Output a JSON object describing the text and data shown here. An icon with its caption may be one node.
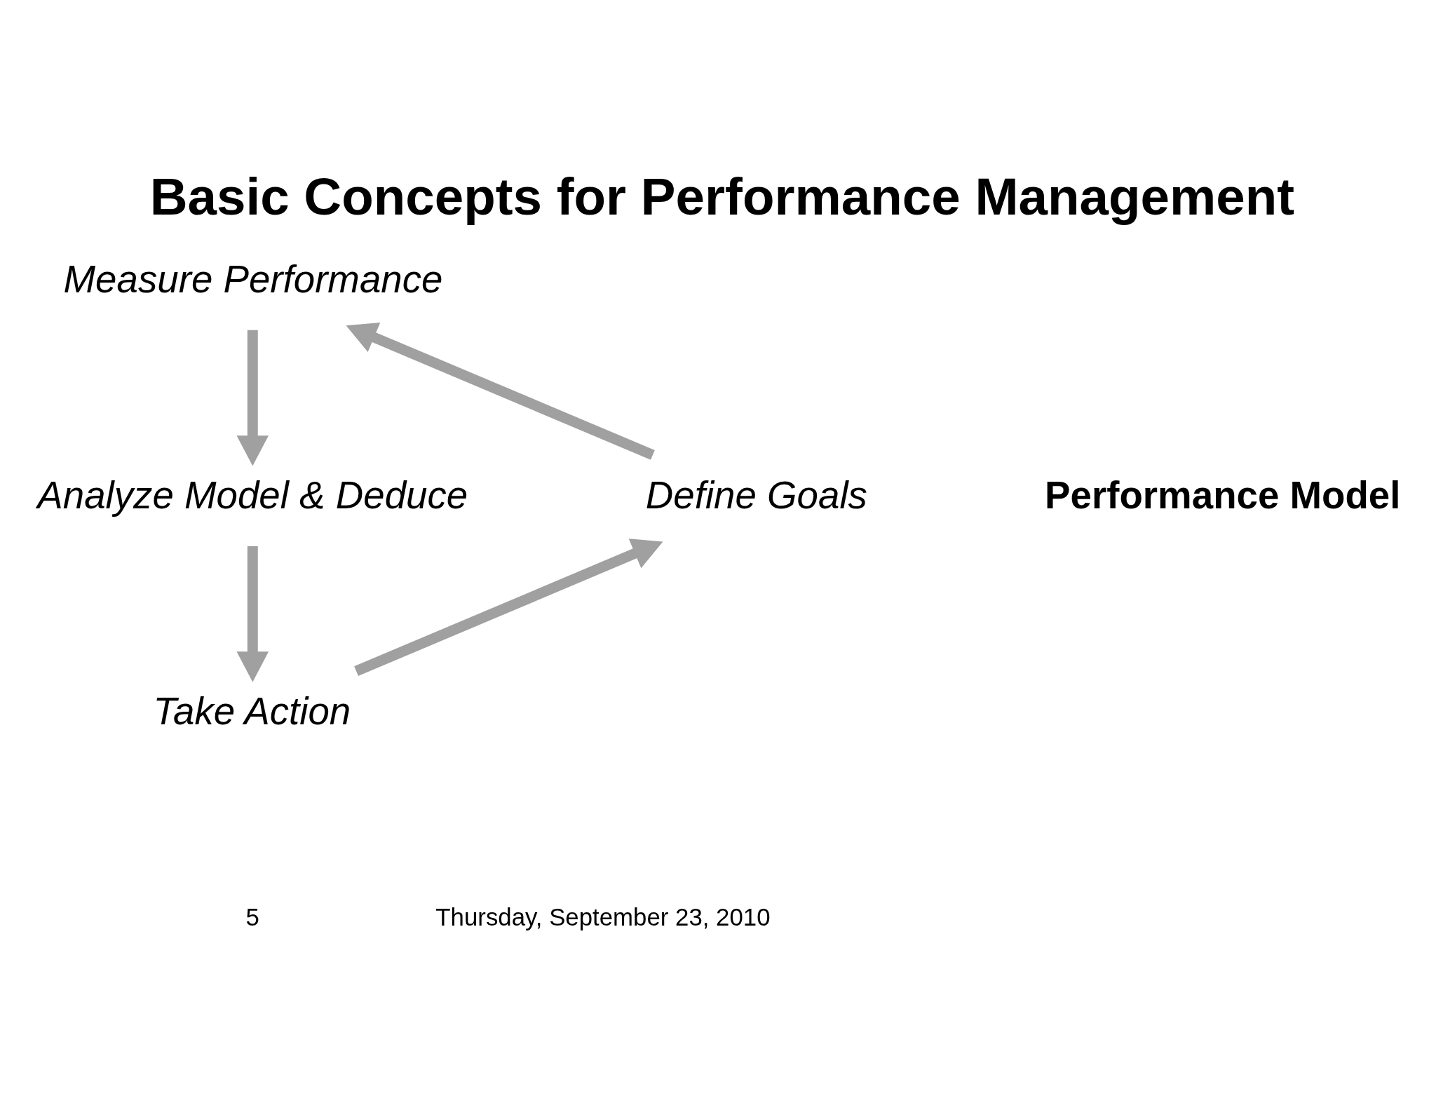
{
  "diagram": {
    "title": "Basic Concepts for Performance Management",
    "nodes": [
      {
        "text": [
          "Measure Performance"
        ]
      },
      {
        "text": [
          "Define Goals"
        ]
      },
      {
        "text": [
          "Performance Model"
        ]
      },
      {
        "text": [
          "Analyze Model & Deduce"
        ]
      },
      {
        "text": [
          "Take Action"
        ]
      }
    ],
    "edges": [
      {
        "from": 0,
        "to": 3,
        "arrow": "to"
      },
      {
        "from": 3,
        "to": 4,
        "arrow": "to"
      },
      {
        "from": 4,
        "to": 1,
        "arrow": "to"
      },
      {
        "from": 1,
        "to": 0,
        "arrow": "to"
      }
    ],
    "labels": [
      "5",
      "Thursday, September 23, 2010"
    ]
  }
}
